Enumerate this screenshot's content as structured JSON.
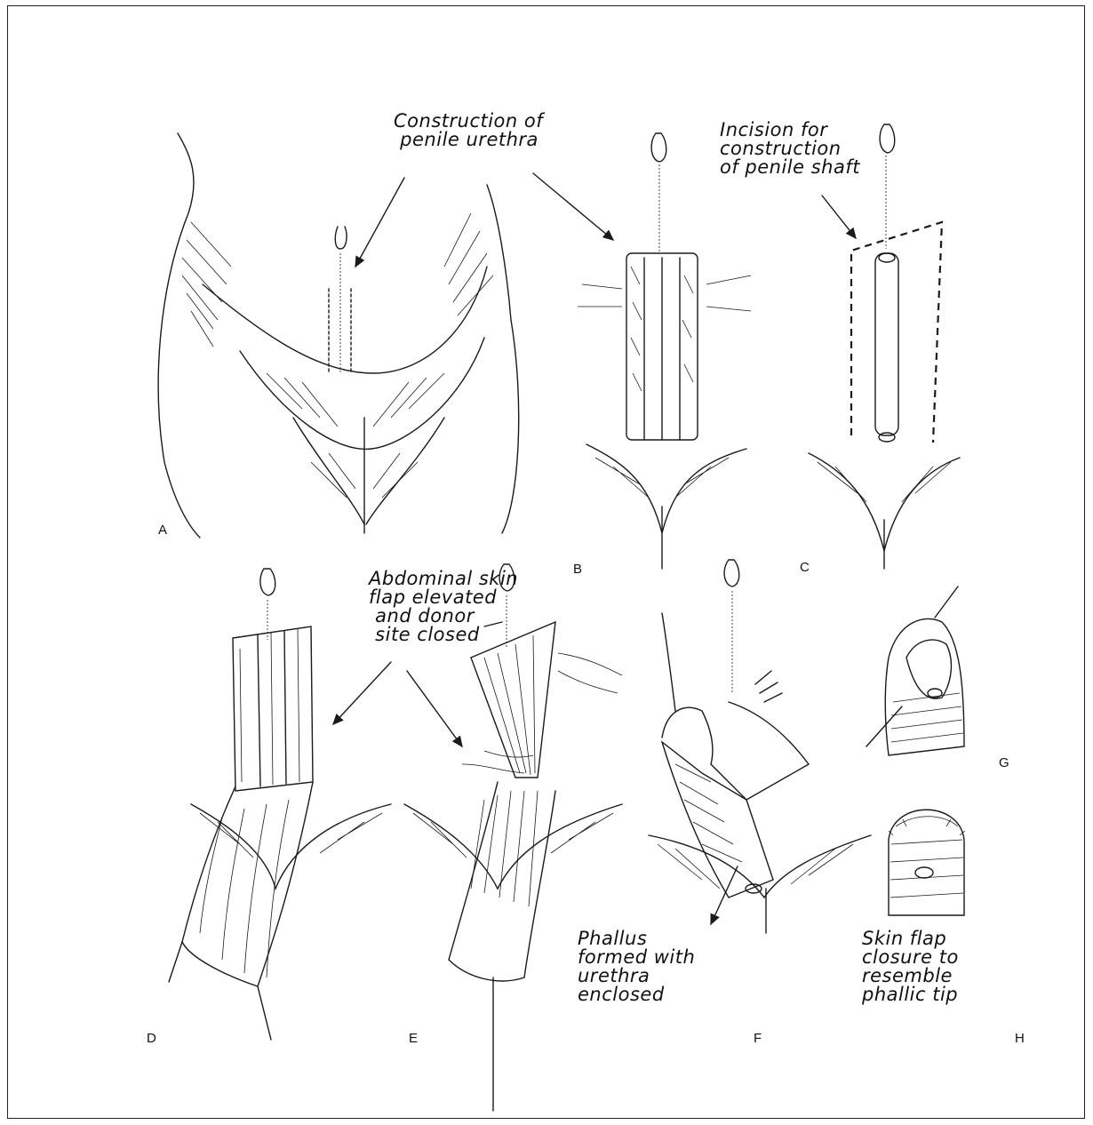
{
  "captions": {
    "urethra": "Construction of\n penile urethra",
    "shaft": "Incision for\nconstruction\nof penile shaft",
    "flap": "Abdominal skin\nflap elevated\n and donor\n site closed",
    "phallus": "Phallus\nformed with\nurethra\nenclosed",
    "tip": "Skin flap\nclosure to\nresemble\nphallic tip"
  },
  "panels": [
    "A",
    "B",
    "C",
    "D",
    "E",
    "F",
    "G",
    "H"
  ],
  "colors": {
    "ink": "#1a1a1a",
    "paper": "#ffffff"
  }
}
